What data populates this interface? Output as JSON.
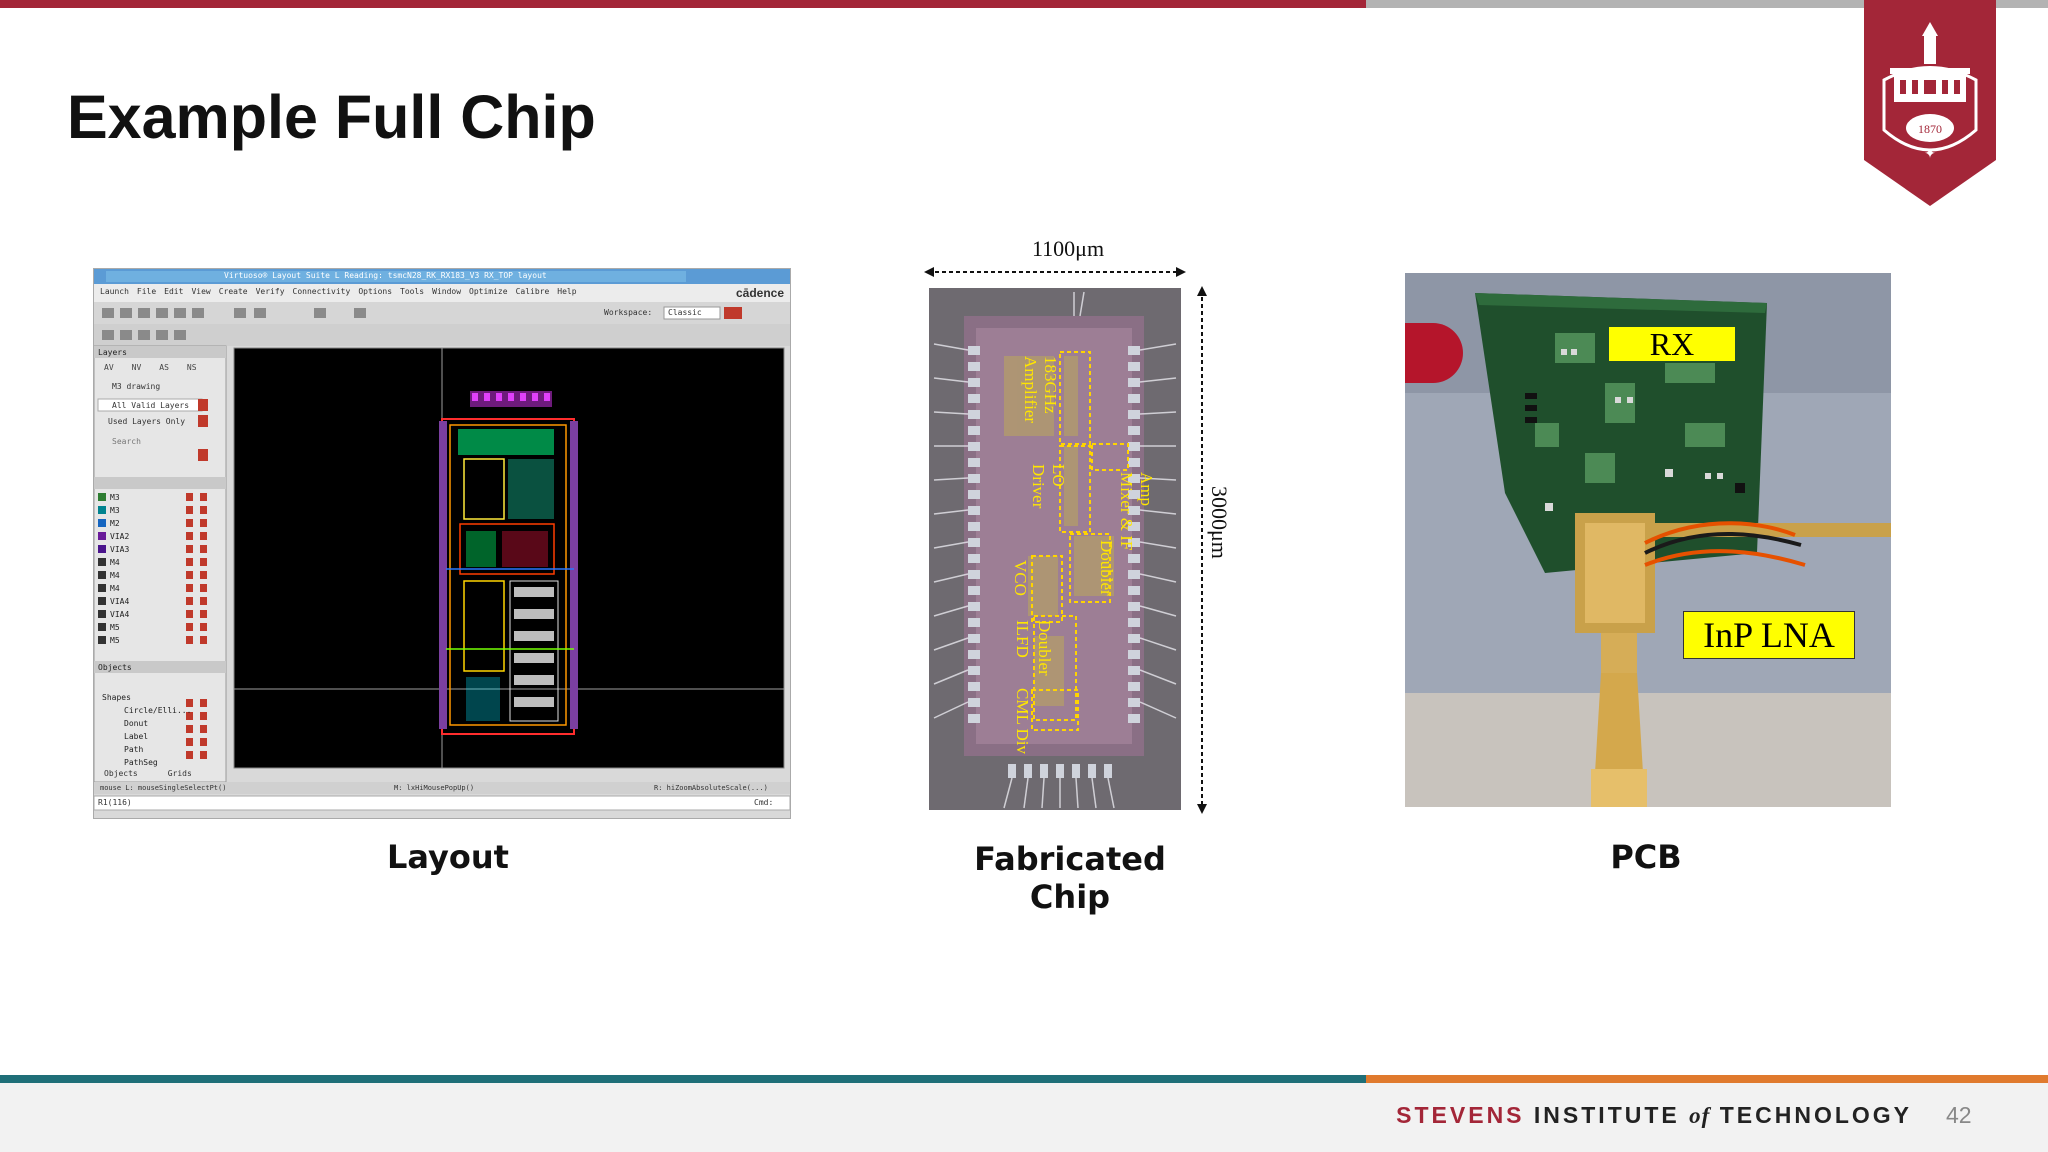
{
  "slide": {
    "title": "Example Full Chip",
    "page_number": "42"
  },
  "seal": {
    "year": "1870"
  },
  "figures": {
    "layout": {
      "caption": "Layout",
      "window_title": "Virtuoso® Layout Suite L Reading: tsmcN28_RK_RX183_V3 RX_TOP layout",
      "brand": "cādence",
      "menu": [
        "Launch",
        "File",
        "Edit",
        "View",
        "Create",
        "Verify",
        "Connectivity",
        "Options",
        "Tools",
        "Window",
        "Optimize",
        "Calibre",
        "Help"
      ],
      "workspace_label": "Workspace:",
      "workspace_value": "Classic",
      "layers_header": "Layers",
      "layer_tabs": [
        "AV",
        "NV",
        "AS",
        "NS"
      ],
      "layer_selected": "M3 drawing",
      "valid_layers": "All Valid Layers",
      "used_layers": "Used Layers Only",
      "search_placeholder": "Search",
      "layer_names": [
        "M3",
        "M3",
        "M2",
        "VIA2",
        "VIA3",
        "M4",
        "M4",
        "M4",
        "VIA4",
        "VIA4",
        "M5",
        "M5"
      ],
      "objects_header": "Objects",
      "objects": [
        "Shapes",
        "Circle/Elli...",
        "Donut",
        "Label",
        "Path",
        "PathSeg"
      ],
      "bottom_tabs": [
        "Objects",
        "Grids"
      ],
      "status_left": "mouse L: mouseSingleSelectPt()",
      "status_mid": "M: lxHiMousePopUp()",
      "status_right": "R: hiZoomAbsoluteScale(...)",
      "cmd_prompt": "R1(116)",
      "cmd_right": "Cmd:"
    },
    "chip": {
      "caption": "Fabricated Chip",
      "width_label": "1100μm",
      "height_label": "3000μm",
      "blocks": [
        "183GHz Amplifier",
        "LO Driver",
        "Mixer & IF Amp",
        "Doubler",
        "VCO",
        "Doubler",
        "ILFD",
        "CML Div"
      ]
    },
    "pcb": {
      "caption": "PCB",
      "label_rx": "RX",
      "label_lna": "InP LNA"
    }
  },
  "footer": {
    "stevens": "STEVENS",
    "institute": "INSTITUTE",
    "of": "of",
    "technology": "TECHNOLOGY"
  },
  "colors": {
    "brand_red": "#a32638",
    "teal": "#1f6f78",
    "orange": "#e07a2e",
    "label_yellow": "#ffff00"
  }
}
